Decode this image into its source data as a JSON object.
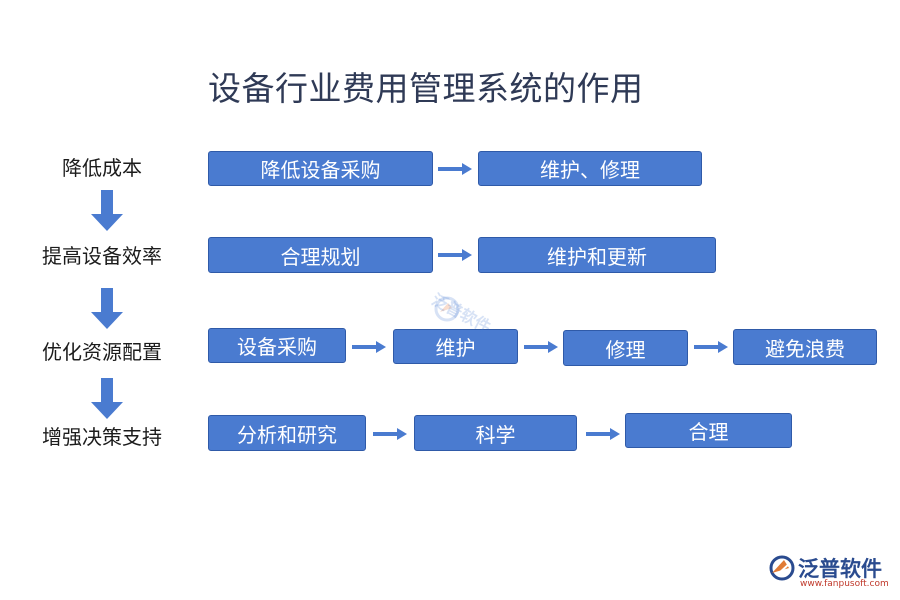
{
  "title": "设备行业费用管理系统的作用",
  "rows": [
    {
      "label": "降低成本",
      "steps": [
        "降低设备采购",
        "维护、修理"
      ]
    },
    {
      "label": "提高设备效率",
      "steps": [
        "合理规划",
        "维护和更新"
      ]
    },
    {
      "label": "优化资源配置",
      "steps": [
        "设备采购",
        "维护",
        "修理",
        "避免浪费"
      ]
    },
    {
      "label": "增强决策支持",
      "steps": [
        "分析和研究",
        "科学",
        "合理"
      ]
    }
  ],
  "watermark": {
    "text": "泛普软件"
  },
  "logo": {
    "name": "泛普软件",
    "url": "www.fanpusoft.com"
  },
  "colors": {
    "box_fill": "#4a7bd0",
    "box_border": "#2f5aa8",
    "arrow": "#4a7bd0",
    "title": "#2f3a56",
    "logo_name": "#2a4b8f",
    "logo_url": "#c0392b"
  }
}
